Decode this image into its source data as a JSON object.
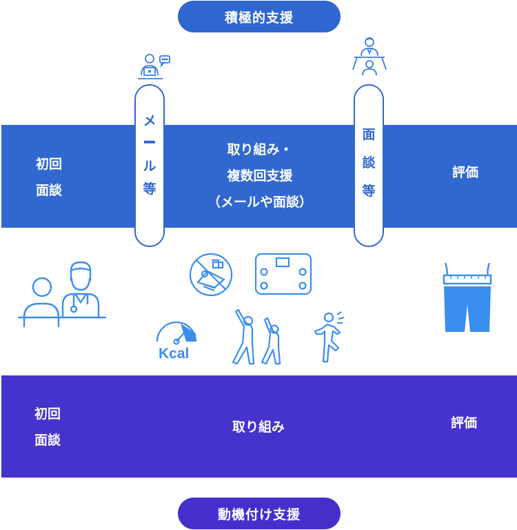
{
  "top_label": "積極的支援",
  "bottom_label": "動機付け支援",
  "top_band": {
    "initial_interview": [
      "初回",
      "面談"
    ],
    "activity": [
      "取り組み・",
      "複数回支援",
      "（メールや面談）"
    ],
    "evaluation": "評価"
  },
  "bottom_band": {
    "initial_interview": [
      "初回",
      "面談"
    ],
    "activity": "取り組み",
    "evaluation": "評価"
  },
  "mail_pill": [
    "メ",
    "ー",
    "ル",
    "等"
  ],
  "interview_pill": [
    "面",
    "談",
    "等"
  ],
  "kcal_label": "Kcal",
  "colors": {
    "active_blue": "#3168cf",
    "motivation_purple": "#4433cc",
    "icon_blue": "#3a8ef0"
  },
  "icons": [
    "laptop-user-icon",
    "consultation-desk-icon",
    "patient-doctor-icon",
    "no-cake-icon",
    "body-scale-icon",
    "waist-measure-icon",
    "calorie-meter-icon",
    "stretching-people-icon",
    "running-person-icon"
  ]
}
